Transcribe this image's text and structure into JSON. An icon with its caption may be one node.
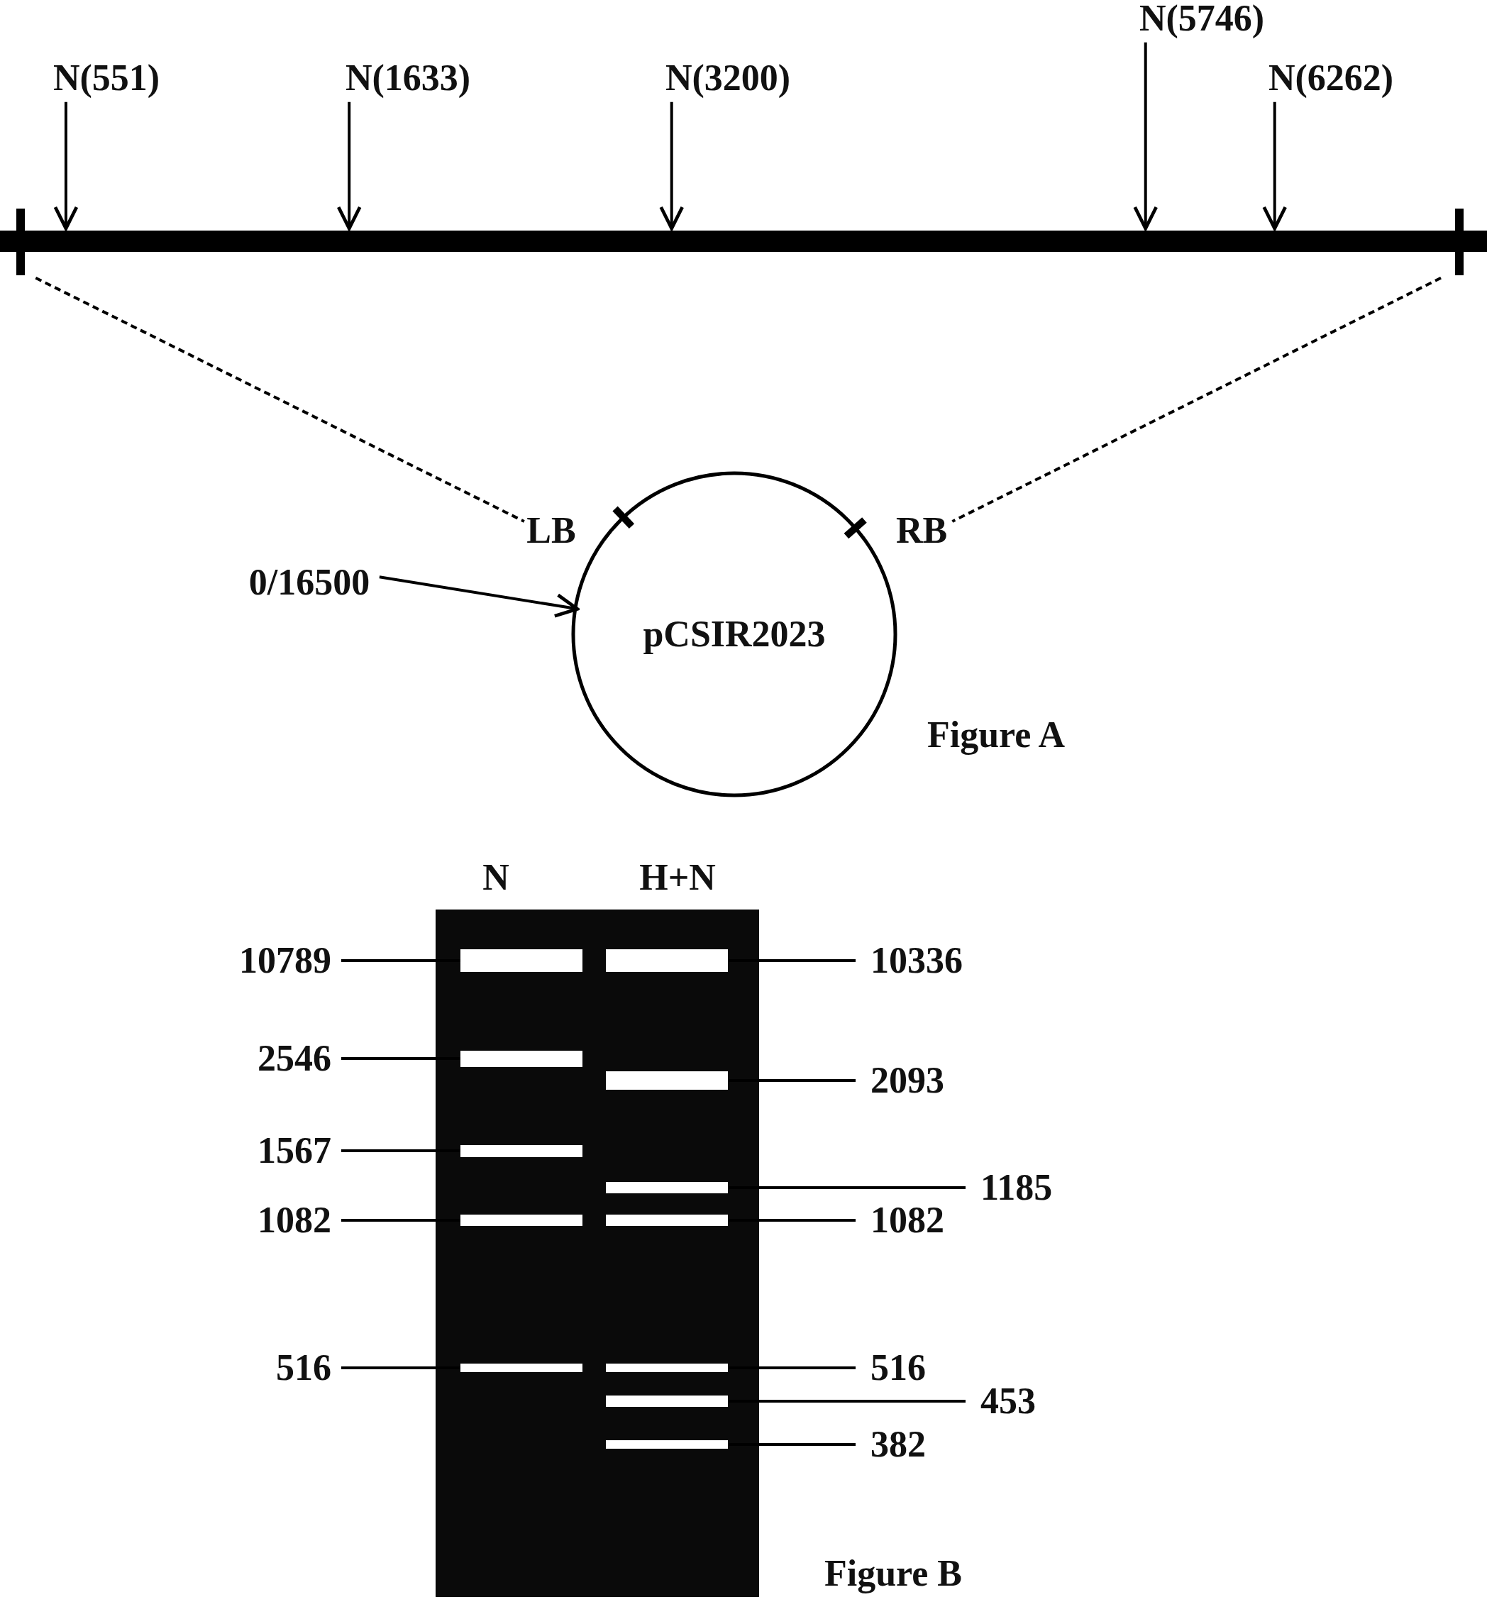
{
  "diagram": {
    "nodes": [
      {
        "text": [
          "N(551)"
        ]
      },
      {
        "text": [
          "N(1633)"
        ]
      },
      {
        "text": [
          "N(3200)"
        ]
      },
      {
        "text": [
          "N(5746)"
        ]
      },
      {
        "text": [
          "N(6262)"
        ]
      },
      {
        "text": [],
        "shape": "bar"
      },
      {
        "text": [
          "LB"
        ]
      },
      {
        "text": [
          "RB"
        ]
      },
      {
        "text": [
          "0/16500"
        ]
      },
      {
        "text": [
          "pCSIR2023"
        ]
      },
      {
        "text": [],
        "shape": "box"
      },
      {
        "text": [],
        "shape": "bar",
        "in": 10
      },
      {
        "text": [],
        "shape": "bar",
        "in": 10
      },
      {
        "text": [],
        "shape": "bar",
        "in": 10
      },
      {
        "text": [],
        "shape": "bar",
        "in": 10
      },
      {
        "text": [],
        "shape": "bar",
        "in": 10
      },
      {
        "text": [],
        "shape": "bar",
        "in": 10
      },
      {
        "text": [],
        "shape": "bar",
        "in": 10
      },
      {
        "text": [],
        "shape": "bar",
        "in": 10
      },
      {
        "text": [],
        "shape": "bar",
        "in": 10
      },
      {
        "text": [],
        "shape": "bar",
        "in": 10
      },
      {
        "text": [],
        "shape": "bar",
        "in": 10
      },
      {
        "text": [],
        "shape": "bar",
        "in": 10
      },
      {
        "text": [
          "10789"
        ]
      },
      {
        "text": [
          "2546"
        ]
      },
      {
        "text": [
          "1567"
        ]
      },
      {
        "text": [
          "1082"
        ]
      },
      {
        "text": [
          "516"
        ]
      },
      {
        "text": [
          "10336"
        ]
      },
      {
        "text": [
          "2093"
        ]
      },
      {
        "text": [
          "1185"
        ]
      },
      {
        "text": [
          "1082"
        ]
      },
      {
        "text": [
          "516"
        ]
      },
      {
        "text": [
          "453"
        ]
      },
      {
        "text": [
          "382"
        ]
      }
    ],
    "edges": [
      {
        "from": 0,
        "to": 5,
        "arrow": "to"
      },
      {
        "from": 1,
        "to": 5,
        "arrow": "to"
      },
      {
        "from": 2,
        "to": 5,
        "arrow": "to"
      },
      {
        "from": 3,
        "to": 5,
        "arrow": "to"
      },
      {
        "from": 4,
        "to": 5,
        "arrow": "to"
      },
      {
        "from": 5,
        "to": 6,
        "arrow": "none",
        "style": "dashed"
      },
      {
        "from": 5,
        "to": 7,
        "arrow": "none",
        "style": "dashed"
      },
      {
        "from": 8,
        "to": 9,
        "arrow": "to"
      },
      {
        "from": 23,
        "to": 11,
        "arrow": "none"
      },
      {
        "from": 24,
        "to": 12,
        "arrow": "none"
      },
      {
        "from": 25,
        "to": 13,
        "arrow": "none"
      },
      {
        "from": 26,
        "to": 14,
        "arrow": "none"
      },
      {
        "from": 27,
        "to": 15,
        "arrow": "none"
      },
      {
        "from": 28,
        "to": 16,
        "arrow": "none"
      },
      {
        "from": 29,
        "to": 17,
        "arrow": "none"
      },
      {
        "from": 30,
        "to": 18,
        "arrow": "none"
      },
      {
        "from": 31,
        "to": 19,
        "arrow": "none"
      },
      {
        "from": 32,
        "to": 20,
        "arrow": "none"
      },
      {
        "from": 33,
        "to": 21,
        "arrow": "none"
      },
      {
        "from": 34,
        "to": 22,
        "arrow": "none"
      }
    ],
    "labels": [
      "Figure A",
      "N",
      "H+N",
      "Figure B"
    ]
  }
}
